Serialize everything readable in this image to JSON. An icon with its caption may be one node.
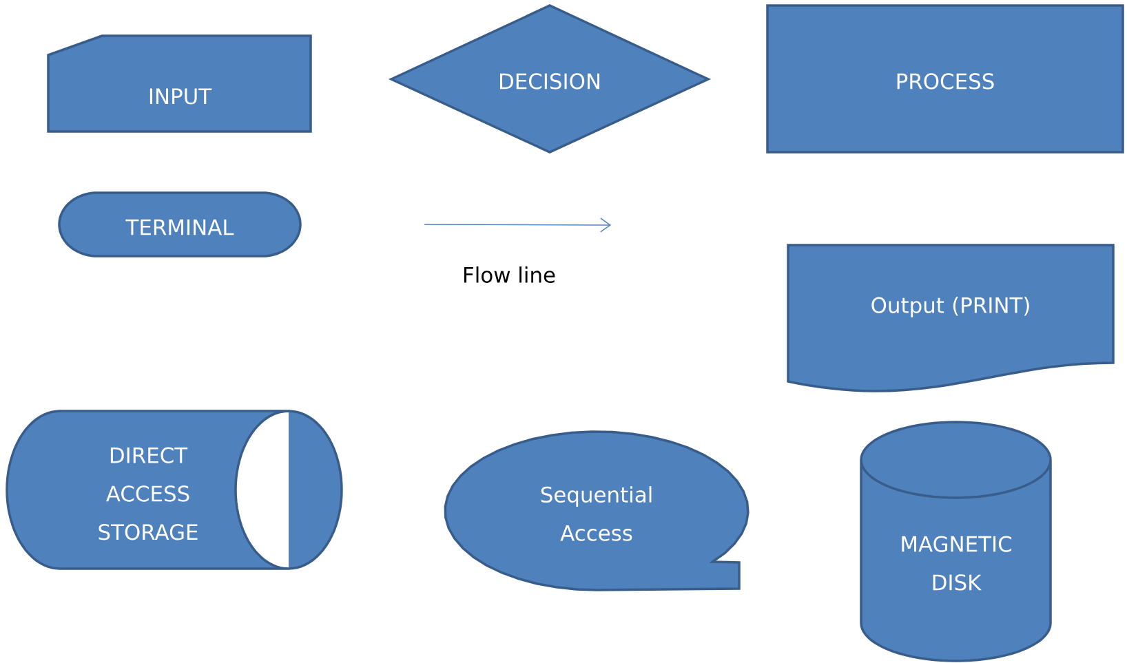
{
  "diagram": {
    "nodes": [
      {
        "text": [
          "INPUT"
        ]
      },
      {
        "text": [
          "DECISION"
        ]
      },
      {
        "text": [
          "PROCESS"
        ]
      },
      {
        "text": [
          "TERMINAL"
        ]
      },
      {
        "text": [
          "Output (PRINT)"
        ]
      },
      {
        "text": [
          "DIRECT ACCESS STORAGE"
        ]
      },
      {
        "text": [
          "Sequential Access"
        ]
      },
      {
        "text": [
          "MAGNETIC DISK"
        ]
      }
    ],
    "edges": [],
    "labels": [
      "Flow line"
    ]
  }
}
